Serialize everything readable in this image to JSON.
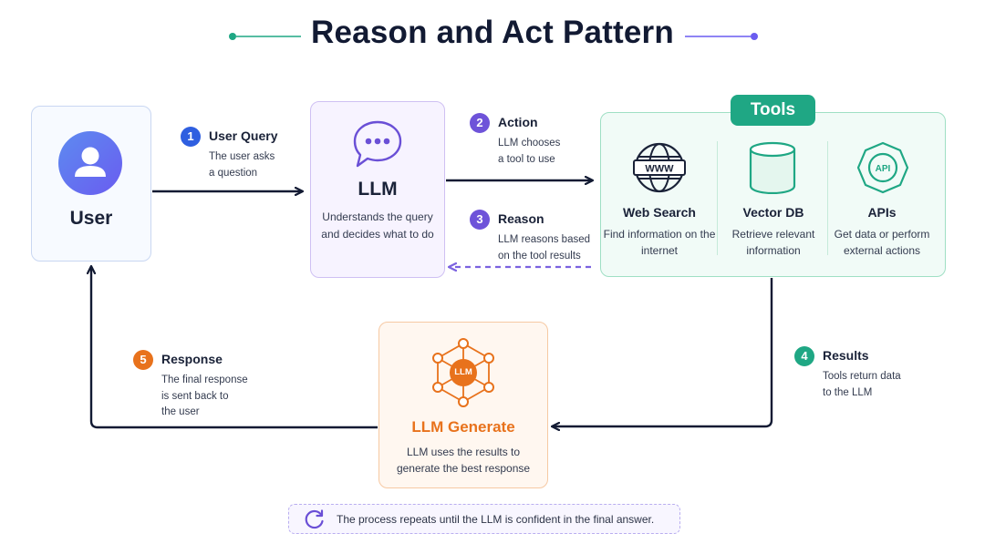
{
  "title": "Reason and Act Pattern",
  "colors": {
    "navy": "#121a33",
    "step_blue": "#2f5fe0",
    "step_purple": "#6e53d9",
    "step_green": "#1fa784",
    "step_orange": "#e8721c",
    "dashed_arrow": "#7b62e0"
  },
  "nodes": {
    "user": {
      "label": "User",
      "icon": "user-avatar-icon"
    },
    "llm": {
      "label": "LLM",
      "description": "Understands the query and decides what to do",
      "icon": "chat-bubble-icon"
    },
    "tools": {
      "badge": "Tools",
      "items": [
        {
          "name": "Web Search",
          "description": "Find information on the internet",
          "icon": "globe-www-icon"
        },
        {
          "name": "Vector DB",
          "description": "Retrieve relevant information",
          "icon": "database-cylinder-icon"
        },
        {
          "name": "APIs",
          "description": "Get data or perform external actions",
          "icon": "api-gear-icon"
        }
      ]
    },
    "llm_generate": {
      "label": "LLM Generate",
      "description": "LLM uses the results to generate the best response",
      "icon_text": "LLM",
      "icon": "network-hub-icon"
    }
  },
  "steps": [
    {
      "number": "1",
      "title": "User Query",
      "description": [
        "The user asks",
        "a question"
      ]
    },
    {
      "number": "2",
      "title": "Action",
      "description": [
        "LLM chooses",
        "a tool to use"
      ]
    },
    {
      "number": "3",
      "title": "Reason",
      "description": [
        "LLM reasons based",
        "on the tool results"
      ]
    },
    {
      "number": "4",
      "title": "Results",
      "description": [
        "Tools return data",
        "to the LLM"
      ]
    },
    {
      "number": "5",
      "title": "Response",
      "description": [
        "The final response",
        "is sent back to",
        "the user"
      ]
    }
  ],
  "footer": {
    "text": "The process repeats until the LLM is confident in the final answer.",
    "icon": "refresh-icon"
  }
}
